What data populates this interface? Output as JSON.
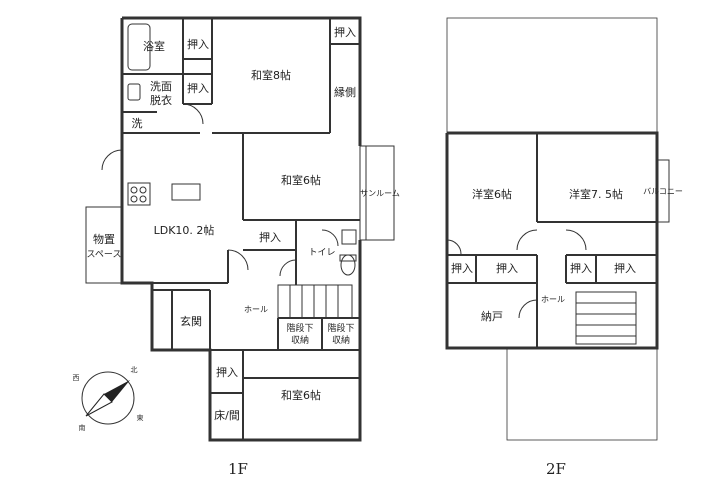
{
  "floors": [
    {
      "label": "1F",
      "rooms": {
        "bath": "浴室",
        "closet_bath": "押入",
        "closet_bath2": "押入",
        "washroom_line1": "洗面",
        "washroom_line2": "脱衣",
        "laundry": "洗",
        "washitsu8": "和室8帖",
        "closet_top_right": "押入",
        "engawa": "縁側",
        "washitsu6_mid": "和室6帖",
        "sunroom": "サンルーム",
        "ldk": "LDK10. 2帖",
        "storage_line1": "物置",
        "storage_line2": "スペース",
        "closet_ldk": "押入",
        "toilet": "トイレ",
        "hall": "ホール",
        "entrance": "玄関",
        "under_stairs1_line1": "階段下",
        "under_stairs1_line2": "収納",
        "under_stairs2_line1": "階段下",
        "under_stairs2_line2": "収納",
        "closet_bottom": "押入",
        "alcove": "床/間",
        "washitsu6_bottom": "和室6帖"
      }
    },
    {
      "label": "2F",
      "rooms": {
        "youshitsu6": "洋室6帖",
        "youshitsu75": "洋室7. 5帖",
        "balcony": "バルコニー",
        "closet_l1": "押入",
        "closet_l2": "押入",
        "closet_r1": "押入",
        "closet_r2": "押入",
        "nando": "納戸",
        "hall": "ホール"
      }
    }
  ],
  "compass": {
    "n": "北",
    "e": "東",
    "s": "南",
    "w": "西"
  }
}
